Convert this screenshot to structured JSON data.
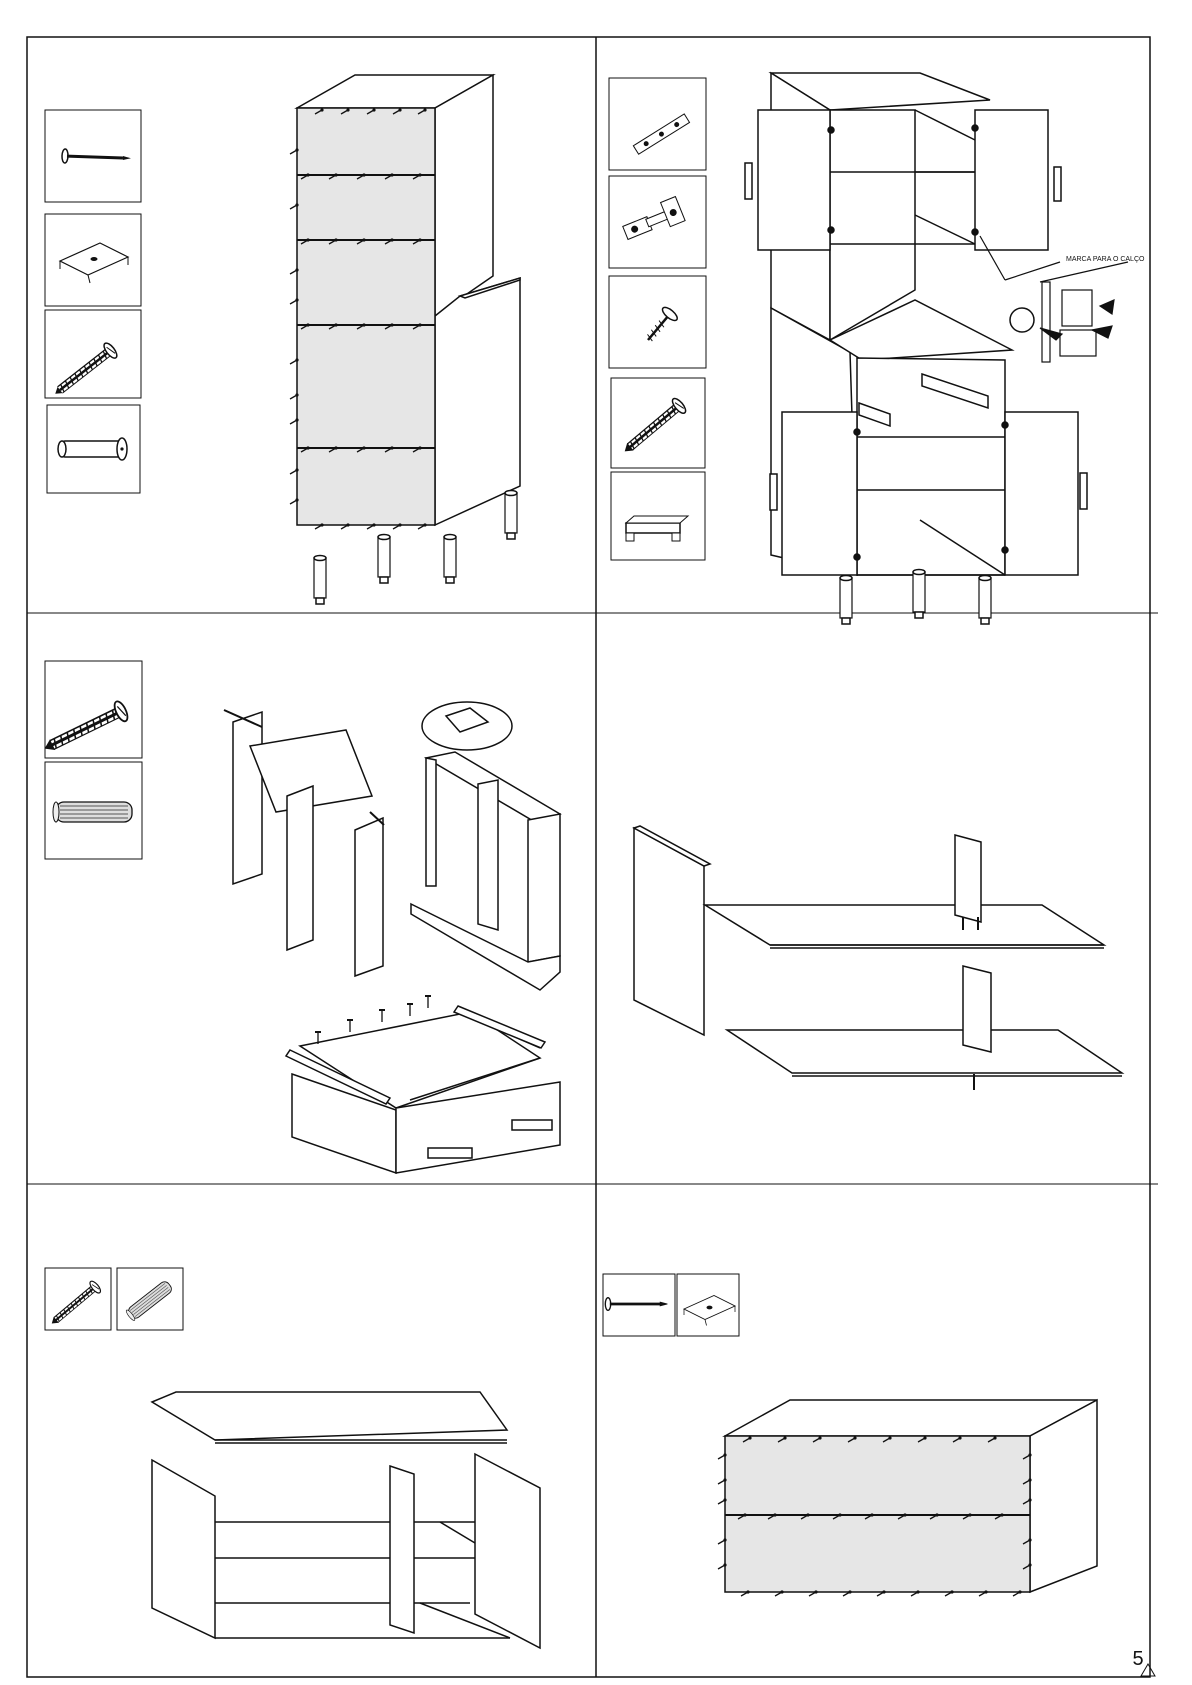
{
  "page": {
    "panels": [
      {
        "id": "upper-cabinet-back-panel"
      },
      {
        "id": "door-hinge-installation"
      },
      {
        "id": "drawer-assembly"
      },
      {
        "id": "shelf-divider-assembly"
      },
      {
        "id": "lower-cabinet-assembly"
      },
      {
        "id": "lower-cabinet-back-panel"
      }
    ],
    "hinge_callout_label": "MARCA PARA O CALÇO",
    "step_number": "5"
  },
  "icons": {
    "nail": "nail-icon",
    "panel_clip": "panel-clip-icon",
    "screw": "screw-icon",
    "foot": "cabinet-foot-icon",
    "hinge_plate": "hinge-mounting-plate-icon",
    "hinge": "cabinet-hinge-icon",
    "short_screw": "short-screw-icon",
    "handle": "door-handle-icon",
    "dowel": "wooden-dowel-icon"
  },
  "colors": {
    "line": "#111111",
    "panel_fill": "#e6e6e6",
    "paper": "#ffffff"
  }
}
